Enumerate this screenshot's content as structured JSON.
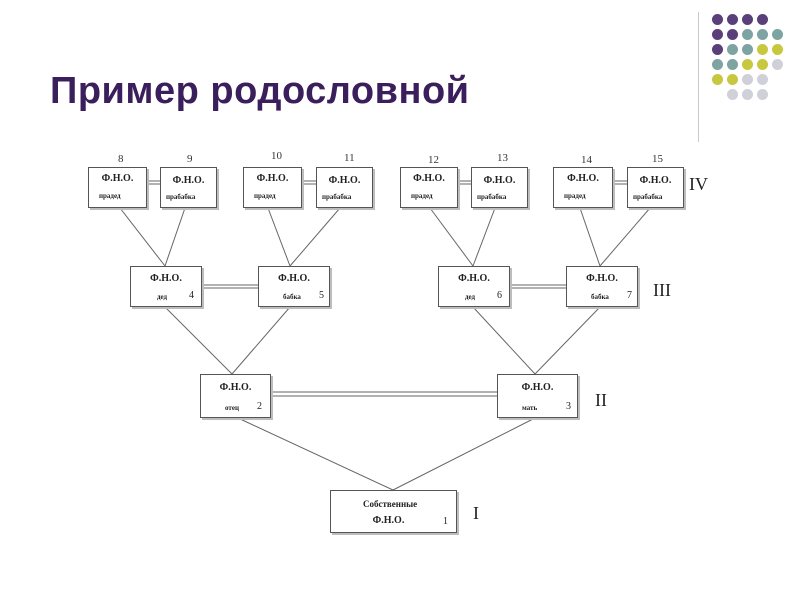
{
  "title": "Пример родословной",
  "colors": {
    "title": "#3b1f5c",
    "dot_purple": "#5b3f7a",
    "dot_teal": "#7ea3a3",
    "dot_yellow": "#c8c840",
    "dot_gray": "#d0d0d8"
  },
  "generations": [
    {
      "label": "IV",
      "boxes": [
        {
          "num": "8",
          "fio": "Ф.Н.О.",
          "rel": "прадед"
        },
        {
          "num": "9",
          "fio": "Ф.Н.О.",
          "rel": "прабабка"
        },
        {
          "num": "10",
          "fio": "Ф.Н.О.",
          "rel": "прадед"
        },
        {
          "num": "11",
          "fio": "Ф.Н.О.",
          "rel": "прабабка"
        },
        {
          "num": "12",
          "fio": "Ф.Н.О.",
          "rel": "прадед"
        },
        {
          "num": "13",
          "fio": "Ф.Н.О.",
          "rel": "прабабка"
        },
        {
          "num": "14",
          "fio": "Ф.Н.О.",
          "rel": "прадед"
        },
        {
          "num": "15",
          "fio": "Ф.Н.О.",
          "rel": "прабабка"
        }
      ]
    },
    {
      "label": "III",
      "boxes": [
        {
          "num": "4",
          "fio": "Ф.Н.О.",
          "rel": "дед"
        },
        {
          "num": "5",
          "fio": "Ф.Н.О.",
          "rel": "бабка"
        },
        {
          "num": "6",
          "fio": "Ф.Н.О.",
          "rel": "дед"
        },
        {
          "num": "7",
          "fio": "Ф.Н.О.",
          "rel": "бабка"
        }
      ]
    },
    {
      "label": "II",
      "boxes": [
        {
          "num": "2",
          "fio": "Ф.Н.О.",
          "rel": "отец"
        },
        {
          "num": "3",
          "fio": "Ф.Н.О.",
          "rel": "мать"
        }
      ]
    },
    {
      "label": "I",
      "boxes": [
        {
          "num": "1",
          "fio": "Ф.Н.О.",
          "rel": "Собственные"
        }
      ]
    }
  ]
}
